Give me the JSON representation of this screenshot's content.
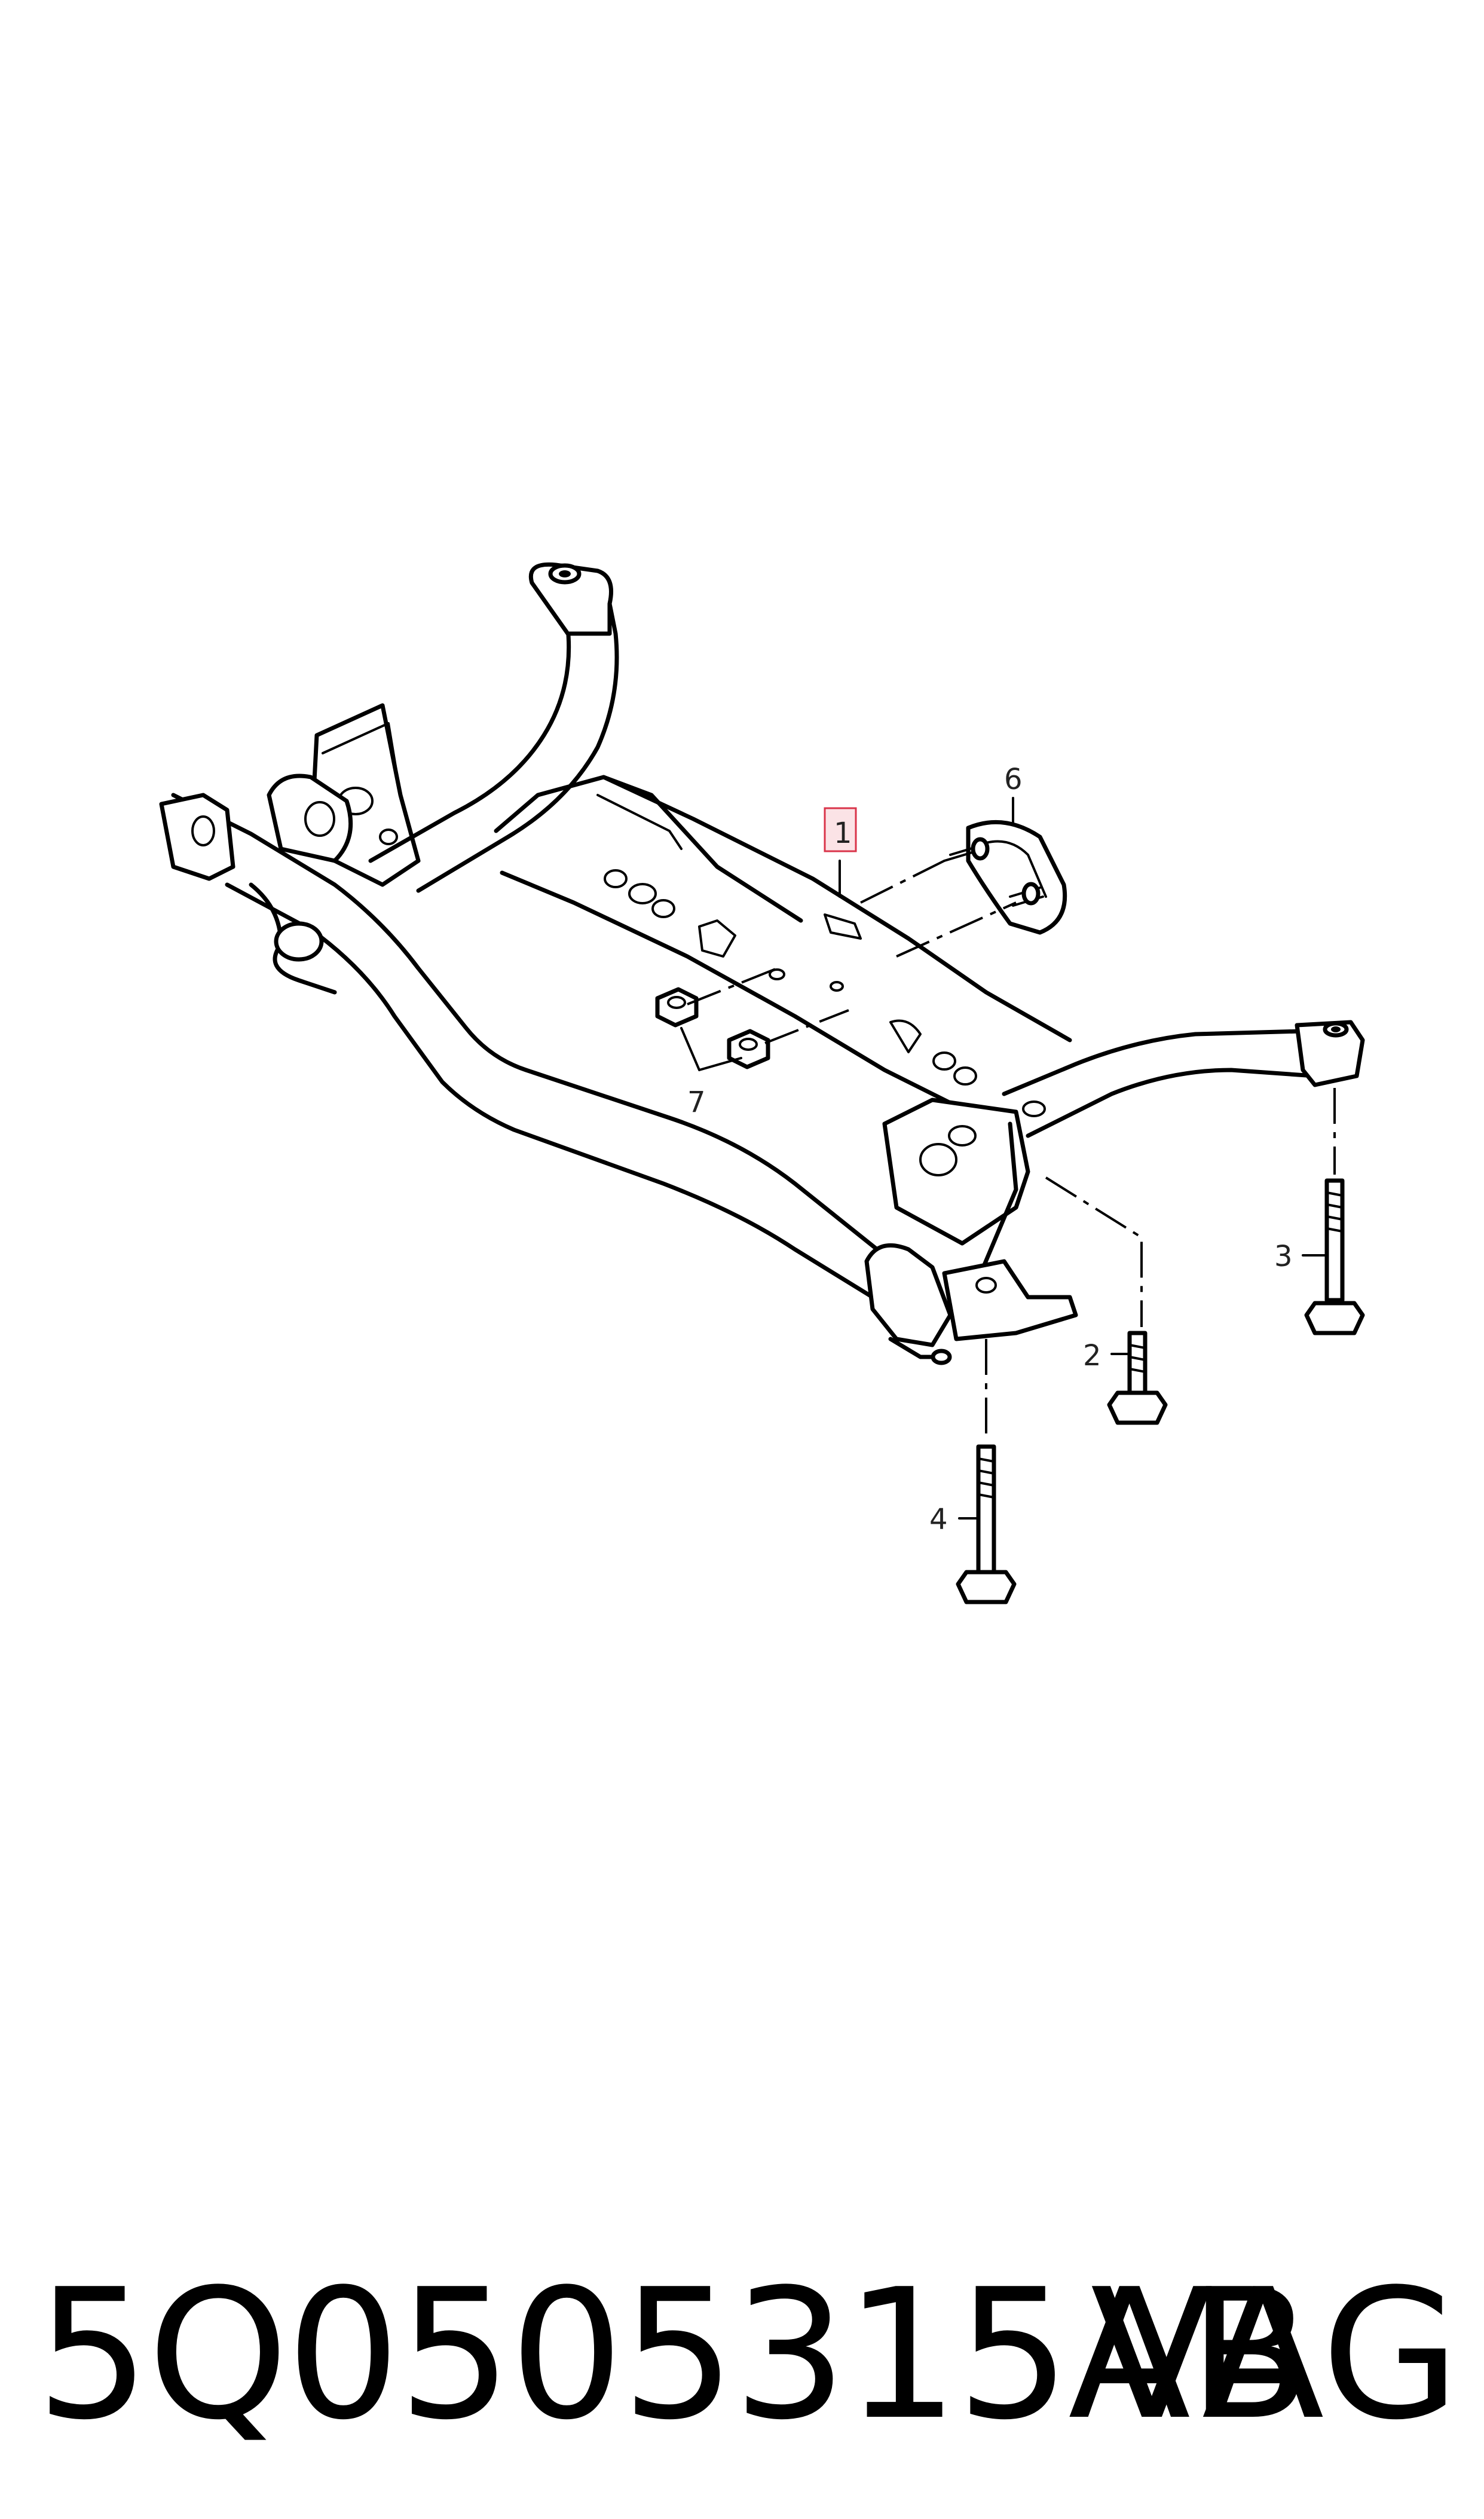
{
  "diagram": {
    "callouts": {
      "c1": "1",
      "c2": "2",
      "c3": "3",
      "c4": "4",
      "c6": "6",
      "c7": "7"
    },
    "highlight_color": "#d9344a"
  },
  "footer": {
    "part_number": "5Q0505315AB",
    "brand": "VAG"
  }
}
